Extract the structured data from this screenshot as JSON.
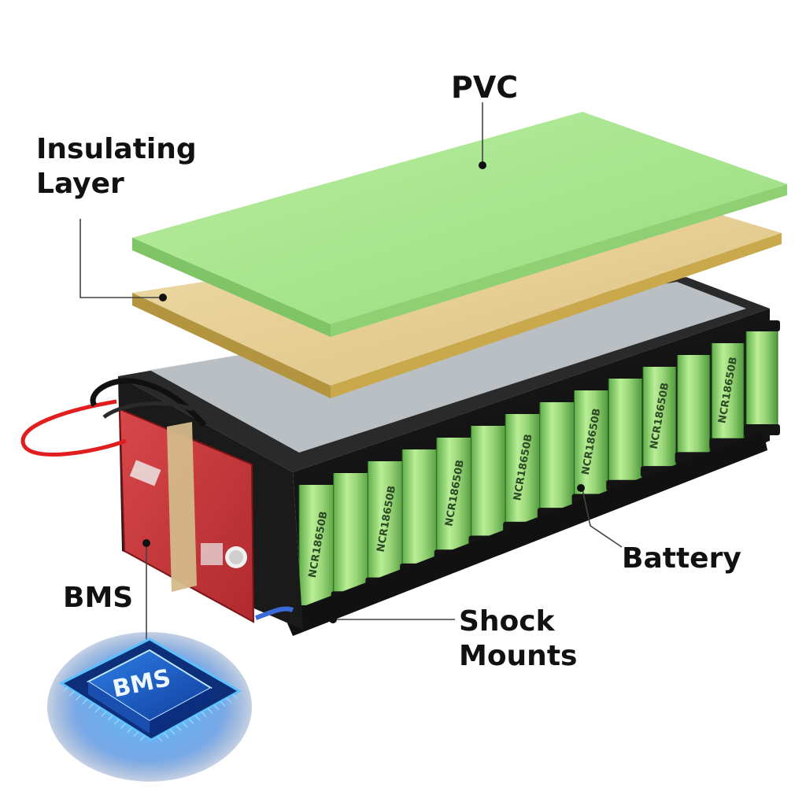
{
  "callouts": {
    "pvc": "PVC",
    "insulating_line1": "Insulating",
    "insulating_line2": "Layer",
    "battery": "Battery",
    "bms": "BMS",
    "shock_line1": "Shock",
    "shock_line2": "Mounts"
  },
  "cell_model": "NCR18650B",
  "chip_label": "BMS",
  "colors": {
    "pvc": "#a6e58f",
    "insulating": "#e6cf93",
    "cell": "#9bd67a",
    "holder": "#1b1b1b",
    "bms_board": "#c8373a",
    "chip_glow": "#3d9bff",
    "red_wire": "#e11d1d",
    "blue_wire": "#3a6ad8",
    "tape": "#d4b98a"
  }
}
